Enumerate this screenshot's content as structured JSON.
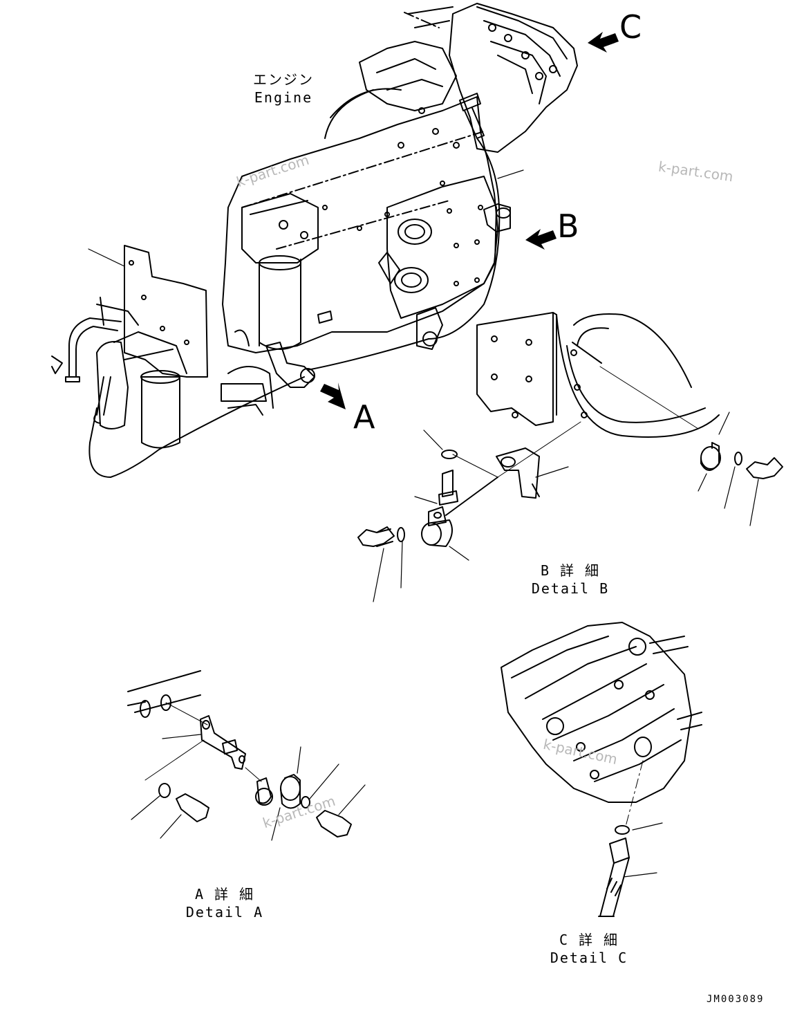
{
  "labels": {
    "engine_jp": "エンジン",
    "engine_en": "Engine",
    "arrow_a": "A",
    "arrow_b": "B",
    "arrow_c": "C",
    "detail_a_jp": "A 詳 細",
    "detail_a_en": "Detail A",
    "detail_b_jp": "B 詳 細",
    "detail_b_en": "Detail B",
    "detail_c_jp": "C 詳 細",
    "detail_c_en": "Detail C",
    "drawing_code": "JM003089"
  },
  "watermark": {
    "text": "k-part.com",
    "color": "#b8b8b8"
  },
  "colors": {
    "line": "#000000",
    "background": "#ffffff"
  }
}
